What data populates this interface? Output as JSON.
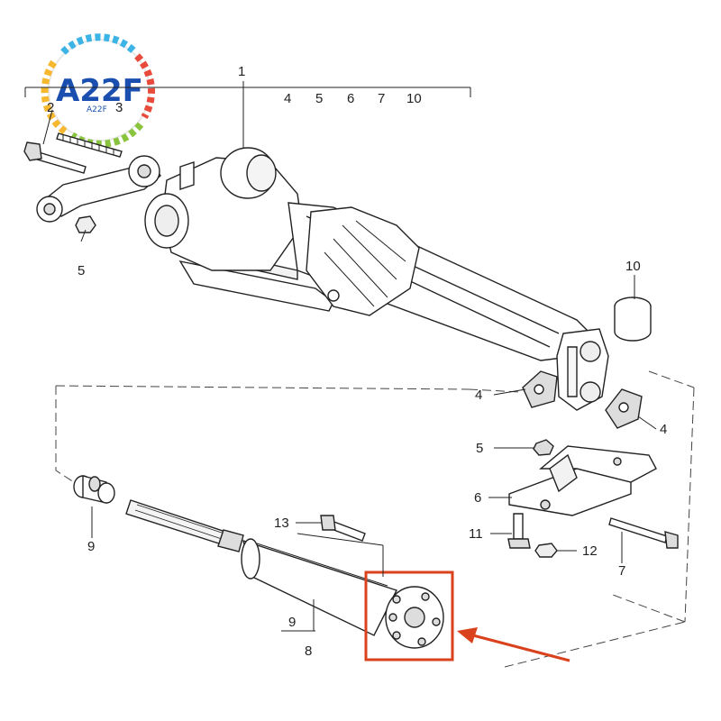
{
  "logo": {
    "text": "A22F",
    "subtext": "A22F"
  },
  "callouts": {
    "c1": "1",
    "c2": "2",
    "c3": "3",
    "c4a": "4",
    "c5a": "5",
    "c6a": "6",
    "c7a": "7",
    "c10a": "10",
    "c5b": "5",
    "c10b": "10",
    "c4b": "4",
    "c4c": "4",
    "c5c": "5",
    "c6b": "6",
    "c11": "11",
    "c12": "12",
    "c7b": "7",
    "c13": "13",
    "c9a": "9",
    "c9b": "9",
    "c8": "8"
  },
  "colors": {
    "highlight": "#d9421c",
    "line": "#222222"
  }
}
